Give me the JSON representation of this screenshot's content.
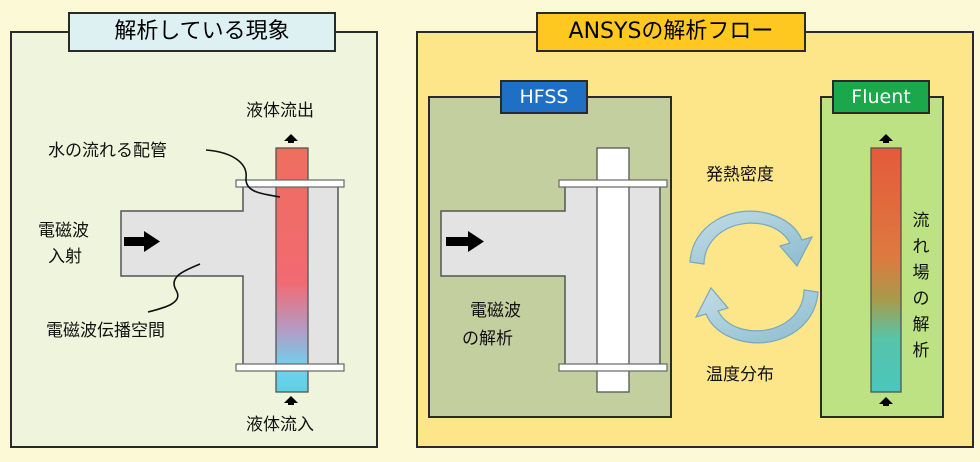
{
  "left_panel": {
    "title": "解析している現象",
    "labels": {
      "outflow": "液体流出",
      "pipe": "水の流れる配管",
      "wave_line1": "電磁波",
      "wave_line2": "入射",
      "space": "電磁波伝播空間",
      "inflow": "液体流入"
    }
  },
  "right_panel": {
    "title": "ANSYSの解析フロー",
    "hfss": {
      "tag": "HFSS",
      "label_line1": "電磁波",
      "label_line2": "の解析"
    },
    "cycle": {
      "top_label": "発熱密度",
      "bottom_label": "温度分布"
    },
    "fluent": {
      "tag": "Fluent",
      "vertical_label": [
        "流",
        "れ",
        "場",
        "の",
        "解",
        "析"
      ]
    }
  },
  "colors": {
    "left_bg": "#eef5dc",
    "right_bg": "#fde58a",
    "hfss_bg": "#c3cf9e",
    "fluent_bg": "#bde283",
    "left_tag": "#ddf1f3",
    "right_tag": "#ffc820",
    "hfss_tag": "#1f6fc4",
    "fluent_tag": "#1aa84a"
  }
}
